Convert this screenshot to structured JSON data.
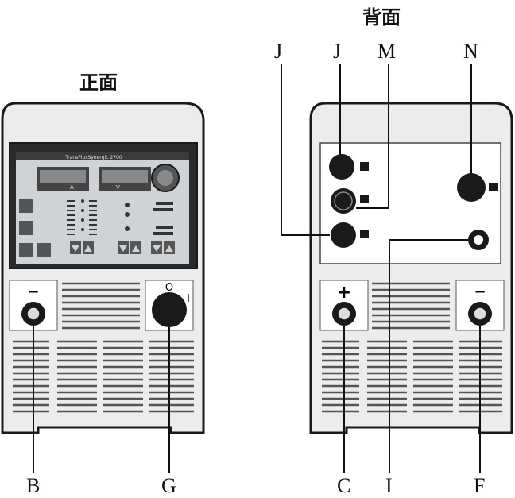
{
  "views": {
    "front": {
      "title": "正面"
    },
    "back": {
      "title": "背面"
    }
  },
  "front_panel": {
    "display_brand": "TransPlusSynergic 2700",
    "readout_left_unit": "A",
    "readout_right_unit": "V",
    "terminal_symbol": "−",
    "switch_off_symbol": "O",
    "switch_on_symbol": "I"
  },
  "back_panel": {
    "terminal_left_symbol": "+",
    "terminal_right_symbol": "−"
  },
  "callouts": {
    "front": {
      "B": "B",
      "G": "G"
    },
    "back": {
      "J_left": "J",
      "J_top": "J",
      "M": "M",
      "N": "N",
      "C": "C",
      "I": "I",
      "F": "F"
    }
  },
  "colors": {
    "housing_fill": "#ececec",
    "outline": "#1a1a1a",
    "display_bg": "#2a2a2a",
    "panel_face": "#cfd3d6"
  }
}
